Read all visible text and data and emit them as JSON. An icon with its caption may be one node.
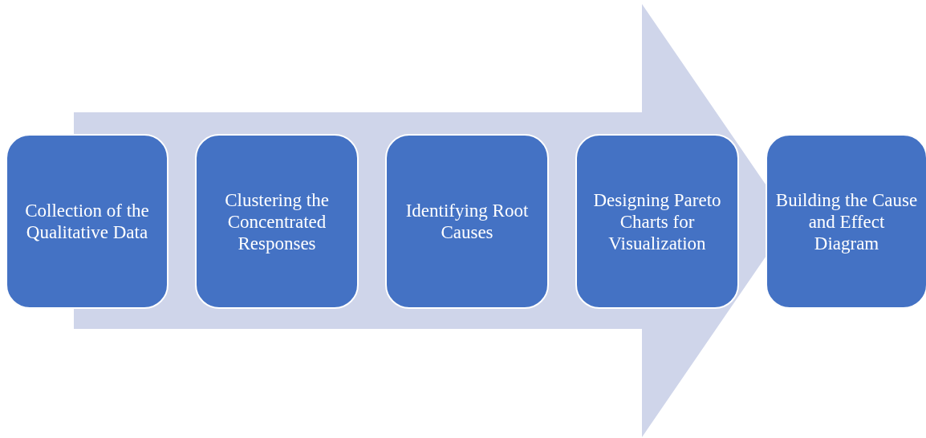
{
  "diagram": {
    "nodes": [
      {
        "text": [
          "Collection of the Qualitative Data"
        ]
      },
      {
        "text": [
          "Clustering the Concentrated Responses"
        ]
      },
      {
        "text": [
          "Identifying Root Causes"
        ]
      },
      {
        "text": [
          "Designing Pareto Charts for Visualization"
        ]
      },
      {
        "text": [
          "Building the Cause and Effect Diagram"
        ]
      }
    ],
    "edges": [
      {
        "from": 0,
        "to": 4,
        "arrow": "to"
      }
    ]
  }
}
